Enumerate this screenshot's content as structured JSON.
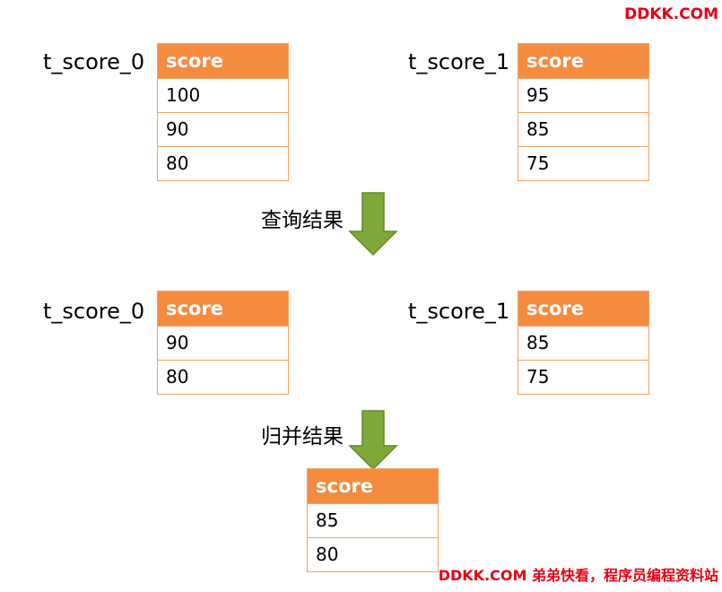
{
  "watermark": {
    "top": "DDKK.COM",
    "bottom": "DDKK.COM 弟弟快看，程序员编程资料站"
  },
  "colors": {
    "header_fill": "#f58b3f",
    "border": "#f4a362",
    "arrow_fill": "#7ea83a",
    "watermark": "#e60012"
  },
  "stage1": {
    "left": {
      "name": "t_score_0",
      "header": "score",
      "rows": [
        "100",
        "90",
        "80"
      ]
    },
    "right": {
      "name": "t_score_1",
      "header": "score",
      "rows": [
        "95",
        "85",
        "75"
      ]
    }
  },
  "step1_label": "查询结果",
  "stage2": {
    "left": {
      "name": "t_score_0",
      "header": "score",
      "rows": [
        "90",
        "80"
      ]
    },
    "right": {
      "name": "t_score_1",
      "header": "score",
      "rows": [
        "85",
        "75"
      ]
    }
  },
  "step2_label": "归并结果",
  "stage3": {
    "result": {
      "header": "score",
      "rows": [
        "85",
        "80"
      ]
    }
  }
}
